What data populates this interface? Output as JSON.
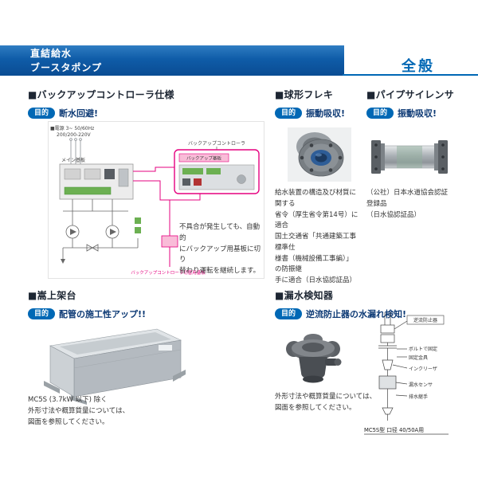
{
  "header": {
    "title": "直結給水\nブースタポンプ",
    "category": "全般"
  },
  "labels": {
    "purpose": "目的"
  },
  "sections": [
    {
      "title": "■バックアップコントローラ仕様",
      "purpose": "断水回避!",
      "description": "不具合が発生しても、自動的\nにバックアップ用基板に切り\n替わり運転を継続します。",
      "diagram": {
        "power": "■電源 3~ 50/60Hz",
        "power2": "200/200-220V",
        "controller": "バックアップコントローラ",
        "backup_board": "バックアップ基板",
        "main_board": "メイン基板",
        "switch_board": "バックアップコントローラ切替用基板"
      }
    },
    {
      "title": "■球形フレキ",
      "purpose": "振動吸収!",
      "description": "給水装置の構造及び材質に関する\n省令（厚生省令第14号）に適合\n国土交通省「共通建築工事標準仕\n様書（機械設備工事編）」の防振継\n手に適合（日水協認証品）"
    },
    {
      "title": "■パイプサイレンサ",
      "purpose": "振動吸収!",
      "description": "（公社）日本水道協会認証\n登録品\n（日水協認証品）"
    },
    {
      "title": "■嵩上架台",
      "purpose": "配管の施工性アップ!!",
      "description": "MC5S (3.7kW 以下) 除く\n外形寸法や概算質量については、\n図面を参照してください。"
    },
    {
      "title": "■漏水検知器",
      "purpose": "逆流防止器の水漏れ検知!",
      "description": "外形寸法や概算質量については、\n図面を参照してください。",
      "drawing": {
        "labels": [
          "逆流防止器",
          "ボルトで固定",
          "固定金具",
          "インクリーザ",
          "漏水センサ",
          "排水継手"
        ],
        "caption": "MC5S型 口径 40/50A用"
      }
    }
  ],
  "colors": {
    "brand_blue": "#0068b5",
    "magenta": "#e5007f",
    "board_green": "#6cb052"
  }
}
